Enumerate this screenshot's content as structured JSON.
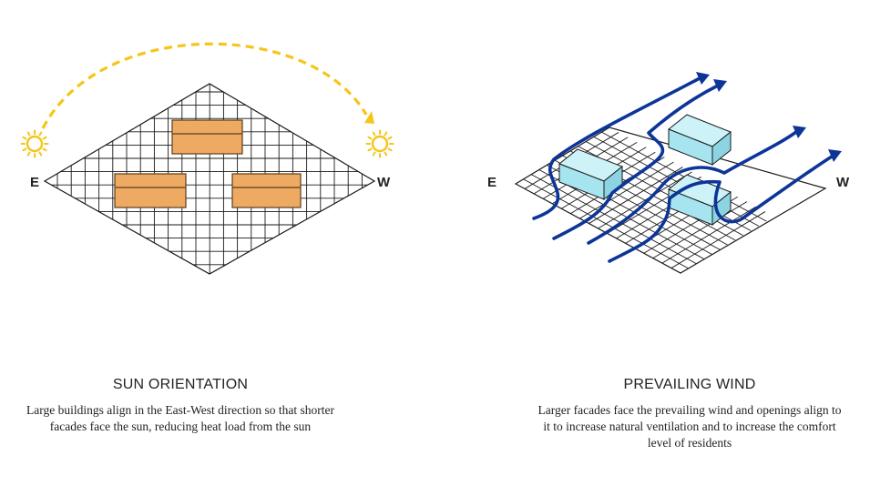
{
  "colors": {
    "sun": "#f6c51a",
    "building_fill": "#eeaa62",
    "building_stroke": "#5a3d1a",
    "block_top": "#cdf2f8",
    "block_front": "#a6e4ef",
    "block_side": "#8cd4e2",
    "wind": "#0d3598",
    "grid": "#1a1a1a"
  },
  "icons": {
    "sun": "sun-icon",
    "arc": "dashed-arrow",
    "wind": "wind-arrow"
  },
  "sun_panel": {
    "east_label": "E",
    "west_label": "W",
    "title": "SUN ORIENTATION",
    "description": "Large buildings align in the East-West direction so that shorter facades face the sun, reducing heat load from the sun"
  },
  "wind_panel": {
    "east_label": "E",
    "west_label": "W",
    "title": "PREVAILING WIND",
    "description": "Larger facades face the prevailing wind and openings align to it to increase natural ventilation and to increase the comfort level of residents"
  }
}
